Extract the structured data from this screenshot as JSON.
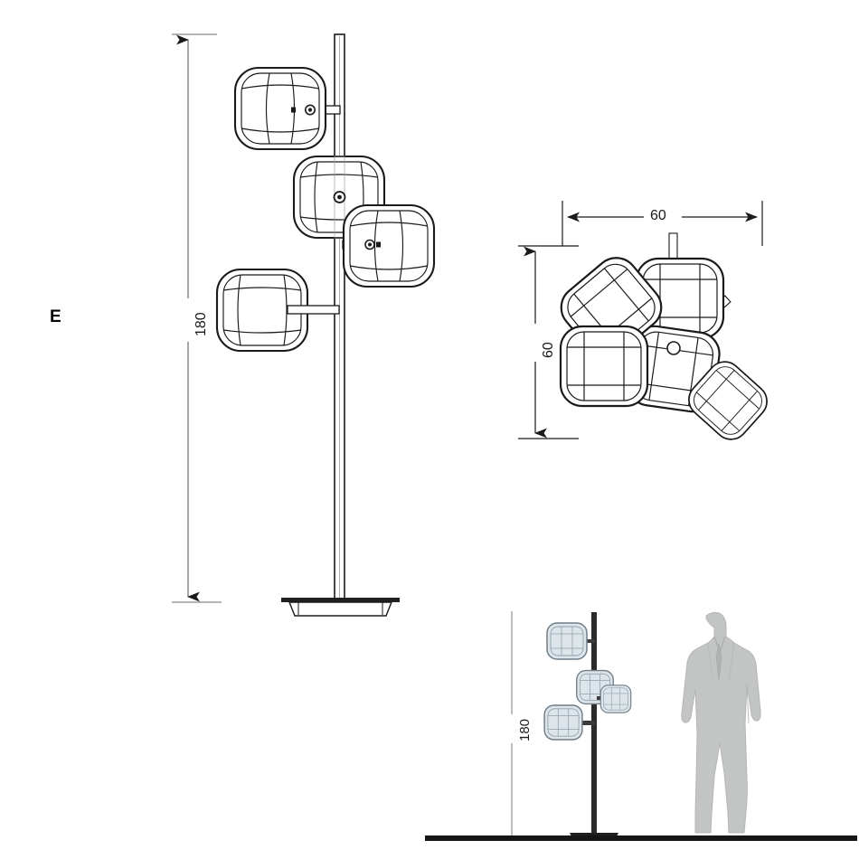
{
  "drawing": {
    "type": "technical-product-drawing",
    "subject": "floor lamp with four cube shades",
    "variant_label": "E",
    "units_note": "cm"
  },
  "elevation_view": {
    "name": "front-elevation",
    "height_dimension": "180",
    "shade_count": 4,
    "parts": [
      "pole",
      "shade-1",
      "shade-2",
      "shade-3",
      "shade-4",
      "base-disc"
    ]
  },
  "top_view": {
    "name": "plan-view",
    "width_dimension": "60",
    "depth_dimension": "60",
    "shade_count": 4
  },
  "scale_view": {
    "name": "human-scale-reference",
    "height_dimension": "180",
    "figure": "man-silhouette",
    "shade_count": 4
  },
  "colors": {
    "line": "#1a1a1a",
    "dim_line": "#6b6b6b",
    "pole_dark": "#2b2b2b",
    "figure_fill": "#c3c4c4",
    "figure_stroke": "#adafaf",
    "mini_shade_fill": "#dde5ea",
    "mini_shade_stroke": "#6f7d88",
    "ground": "#161616"
  }
}
